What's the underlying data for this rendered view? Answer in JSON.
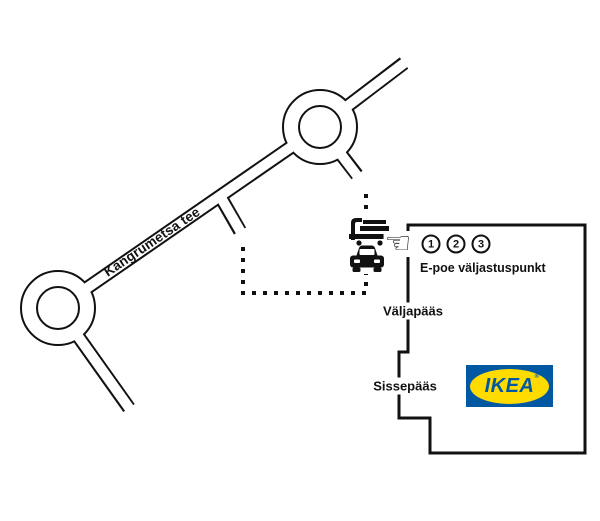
{
  "map": {
    "background": "#ffffff",
    "line_color": "#111111",
    "road_label": "Kangrumetsa tee",
    "pickup": {
      "slots": [
        "1",
        "2",
        "3"
      ],
      "label": "E-poe väljastuspunkt"
    },
    "exit_label": "Väljapääs",
    "entrance_label": "Sissepääs",
    "icons": {
      "pointing_hand": "☜",
      "trolley": "flatbed-trolley-with-boxes",
      "car": "car-front-view"
    },
    "logo": {
      "text": "IKEA",
      "registered_mark": "®",
      "blue": "#0058A3",
      "yellow": "#FFDB00"
    }
  }
}
